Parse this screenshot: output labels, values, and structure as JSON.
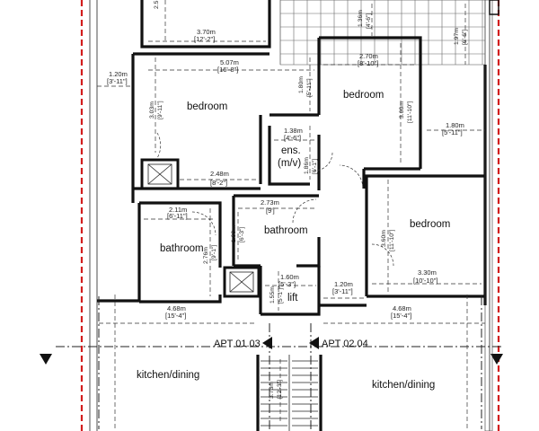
{
  "rooms": [
    {
      "id": "bedroom-1",
      "label": "bedroom"
    },
    {
      "id": "bedroom-2",
      "label": "bedroom"
    },
    {
      "id": "bedroom-3",
      "label": "bedroom"
    },
    {
      "id": "ensuite",
      "label": "ens.",
      "label2": "(m/v)"
    },
    {
      "id": "bathroom-1",
      "label": "bathroom"
    },
    {
      "id": "bathroom-2",
      "label": "bathroom"
    },
    {
      "id": "lift",
      "label": "lift"
    },
    {
      "id": "kitchen-1",
      "label": "kitchen/dining"
    },
    {
      "id": "kitchen-2",
      "label": "kitchen/dining"
    }
  ],
  "apartments": {
    "left": "APT 01.03",
    "right": "APT 02.04"
  },
  "dimensions": {
    "d1": {
      "m": "3.70m",
      "ft": "[12'-2\"]"
    },
    "d2": {
      "m": "5.07m",
      "ft": "[16'-8\"]"
    },
    "d3": {
      "m": "1.20m",
      "ft": "[3'-11\"]"
    },
    "d4": {
      "m": "3.03m",
      "ft": "[9'-11\"]"
    },
    "d5": {
      "m": "1.80m",
      "ft": "[5'-11\"]"
    },
    "d6": {
      "m": "2.70m",
      "ft": "[8'-10\"]"
    },
    "d7": {
      "m": "3.60m",
      "ft": "[11'-10\"]"
    },
    "d8": {
      "m": "1.38m",
      "ft": "[4'-6\"]"
    },
    "d9": {
      "m": "1.86m",
      "ft": "[6'-1\"]"
    },
    "d10": {
      "m": "1.80m",
      "ft": "[5'-11\"]"
    },
    "d11": {
      "m": "2.48m",
      "ft": "[8'-2\"]"
    },
    "d12": {
      "m": "2.73m",
      "ft": "[9']"
    },
    "d13": {
      "m": "2.11m",
      "ft": "[6'-11\"]"
    },
    "d14": {
      "m": "1.90m",
      "ft": "[6'-3\"]"
    },
    "d15": {
      "m": "2.76m",
      "ft": "[9'-1\"]"
    },
    "d16": {
      "m": "3.60m",
      "ft": "[11'-10\"]"
    },
    "d17": {
      "m": "1.60m",
      "ft": "[5'-3\"]"
    },
    "d18": {
      "m": "1.55m",
      "ft": "[5'-1\"]"
    },
    "d19": {
      "m": "1.20m",
      "ft": "[3'-11\"]"
    },
    "d20": {
      "m": "3.30m",
      "ft": "[10'-10\"]"
    },
    "d21": {
      "m": "4.68m",
      "ft": "[15'-4\"]"
    },
    "d22": {
      "m": "4.68m",
      "ft": "[15'-4\"]"
    },
    "d23": {
      "m": "1.36m",
      "ft": "[4'-6\"]"
    },
    "d24": {
      "m": "1.97m",
      "ft": "[6'-6\"]"
    },
    "d25": {
      "m": "3.73m",
      "ft": "[12'-3\"]"
    },
    "d26": {
      "m": "2.5",
      "ft": ""
    }
  }
}
